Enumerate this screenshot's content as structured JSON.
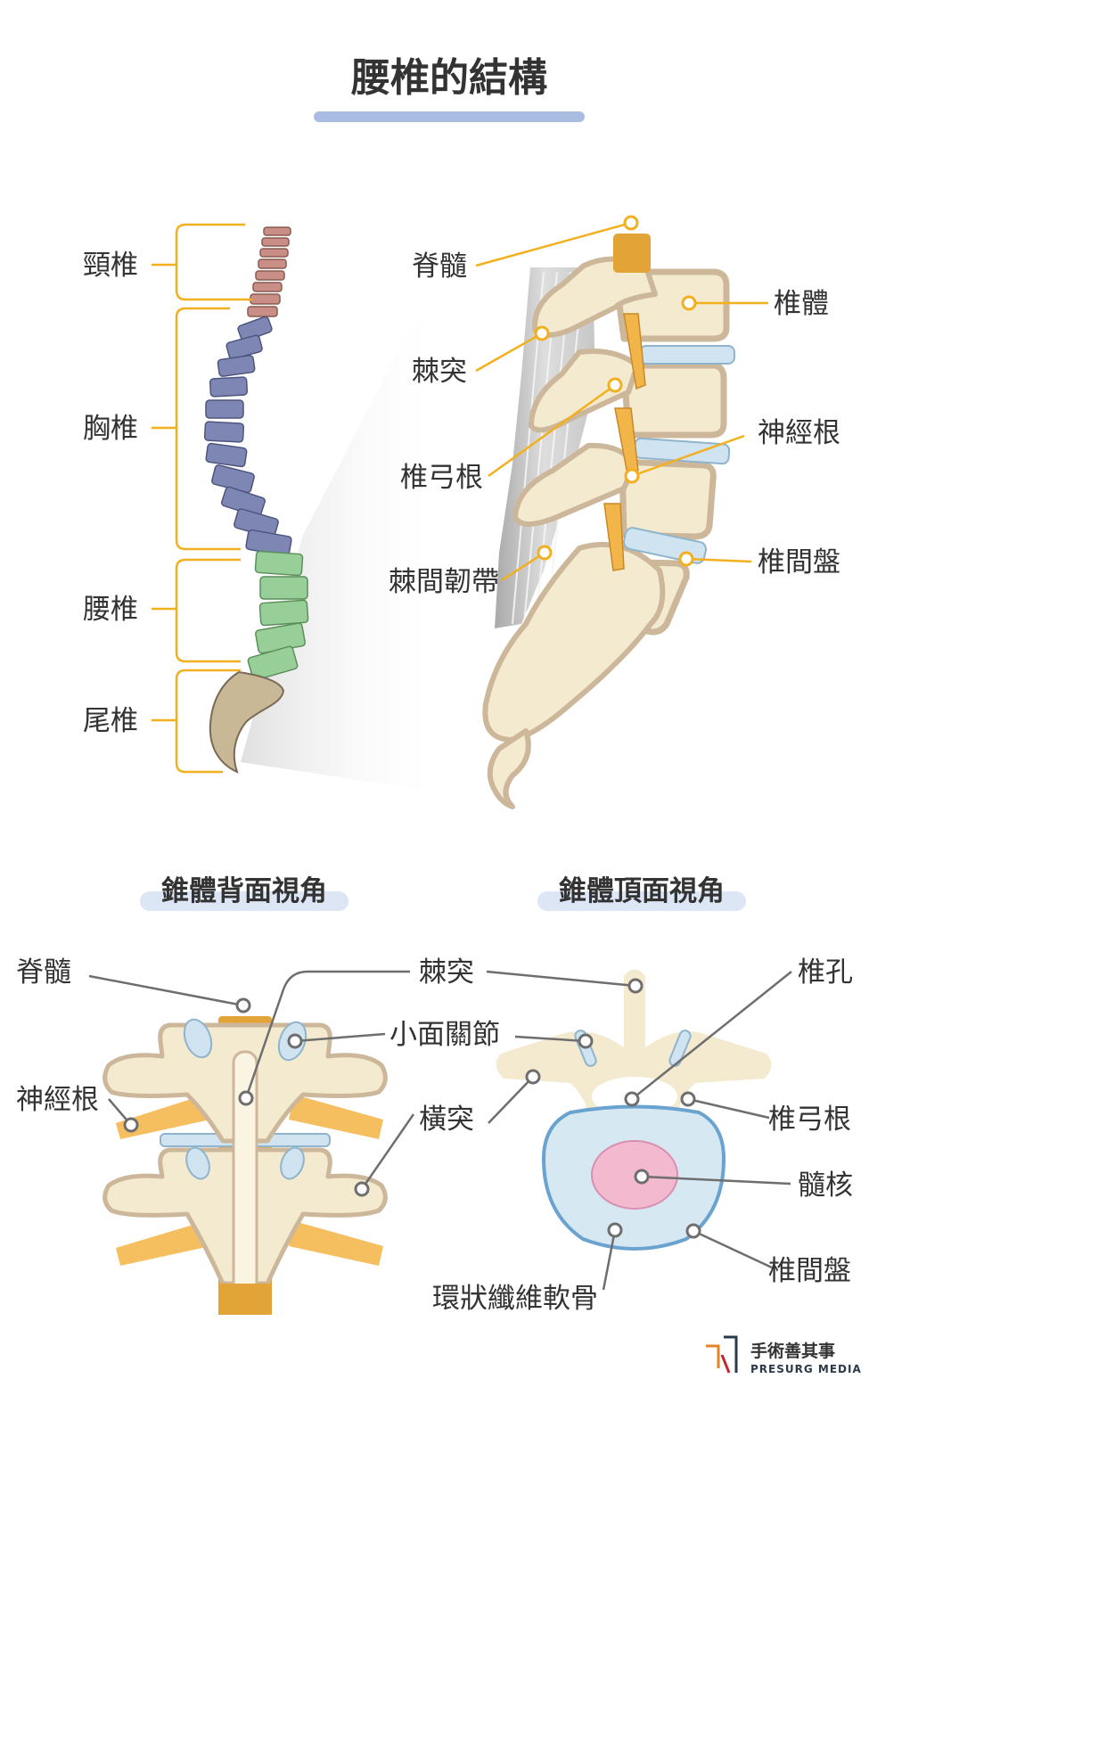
{
  "title": "腰椎的結構",
  "spine_overview": {
    "regions": [
      "頸椎",
      "胸椎",
      "腰椎",
      "尾椎"
    ]
  },
  "lumbar_side_view": {
    "labels": {
      "spinal_cord": "脊髓",
      "vertebral_body": "椎體",
      "spinous_process": "棘突",
      "pedicle": "椎弓根",
      "nerve_root": "神經根",
      "interspinous_ligament": "棘間韌帶",
      "disc": "椎間盤"
    }
  },
  "back_view": {
    "subtitle": "錐體背面視角",
    "labels": {
      "spinal_cord": "脊髓",
      "spinous_process": "棘突",
      "facet_joint": "小面關節",
      "nerve_root": "神經根",
      "transverse_process": "橫突"
    }
  },
  "top_view": {
    "subtitle": "錐體頂面視角",
    "labels": {
      "foramen": "椎孔",
      "pedicle": "椎弓根",
      "nucleus": "髓核",
      "disc": "椎間盤",
      "annulus": "環狀纖維軟骨"
    }
  },
  "brand": {
    "name_zh": "手術善其事",
    "name_en": "PRESURG MEDIA"
  },
  "colors": {
    "leader": "#F2B01E",
    "leader_gray": "#6e6e6e",
    "cervical": "#C98E86",
    "thoracic": "#7E86B4",
    "lumbar": "#98CF98",
    "bone": "#F3EACF",
    "bone_edge": "#CDB79B",
    "cord": "#E3A437",
    "disc": "#CFE3F0",
    "nucleus": "#F2B9CF",
    "title_bar": "#A9BDE3"
  }
}
